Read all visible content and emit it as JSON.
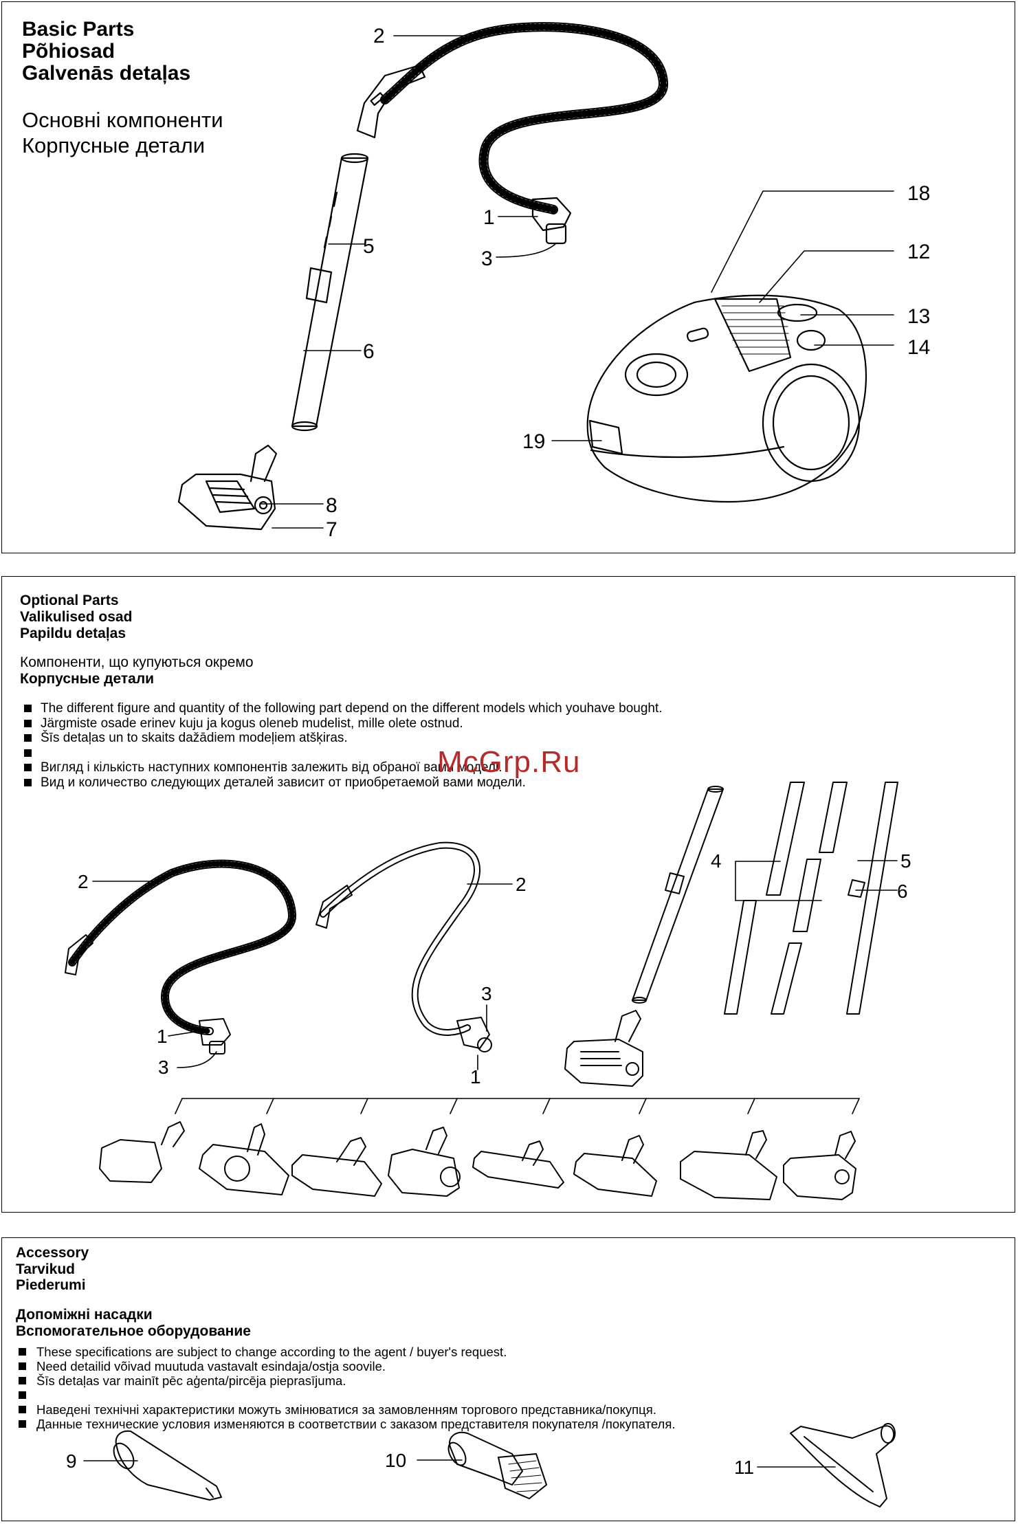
{
  "basic": {
    "titles": [
      "Basic Parts",
      "Põhiosad",
      "Galvenās detaļas"
    ],
    "subtitles": [
      "Основні компоненти",
      "Корпусные детали"
    ],
    "labels": [
      "2",
      "1",
      "3",
      "5",
      "6",
      "8",
      "7",
      "18",
      "12",
      "13",
      "14",
      "19"
    ]
  },
  "optional": {
    "titles": [
      "Optional Parts",
      "Valikulised osad",
      "Papildu detaļas"
    ],
    "subtitles": [
      "Компоненти, що купуються окремо",
      "Корпусные детали"
    ],
    "bullets": [
      "The different figure and quantity of the following part depend on the different models which youhave bought.",
      "Järgmiste osade erinev kuju ja kogus oleneb mudelist, mille olete ostnud.",
      "Šīs detaļas un to skaits dažādiem modeļiem atšķiras.",
      "",
      "Вигляд і кількість наступних компонентів залежить від обраної вами моделі.",
      "Вид и количество следующих деталей зависит от приобретаемой вами модели."
    ],
    "labels": [
      "2",
      "1",
      "3",
      "2",
      "3",
      "1",
      "4",
      "5",
      "6"
    ]
  },
  "accessory": {
    "titles": [
      "Accessory",
      "Tarvikud",
      "Piederumi"
    ],
    "subtitles": [
      "Допоміжні насадки",
      "Вспомогательное оборудование"
    ],
    "bullets": [
      "These specifications are subject to change according to the agent / buyer's request.",
      "Need detailid võivad muutuda vastavalt esindaja/ostja soovile.",
      "Šīs detaļas var mainīt pēc aģenta/pircēja pieprasījuma.",
      "",
      "Наведені технічні характеристики можуть змінюватися за замовленням торгового представника/покупця.",
      "Данные технические условия изменяются в соответствии с заказом представителя покупателя /покупателя."
    ],
    "labels": [
      "9",
      "10",
      "11"
    ]
  },
  "watermark": "McGrp.Ru"
}
